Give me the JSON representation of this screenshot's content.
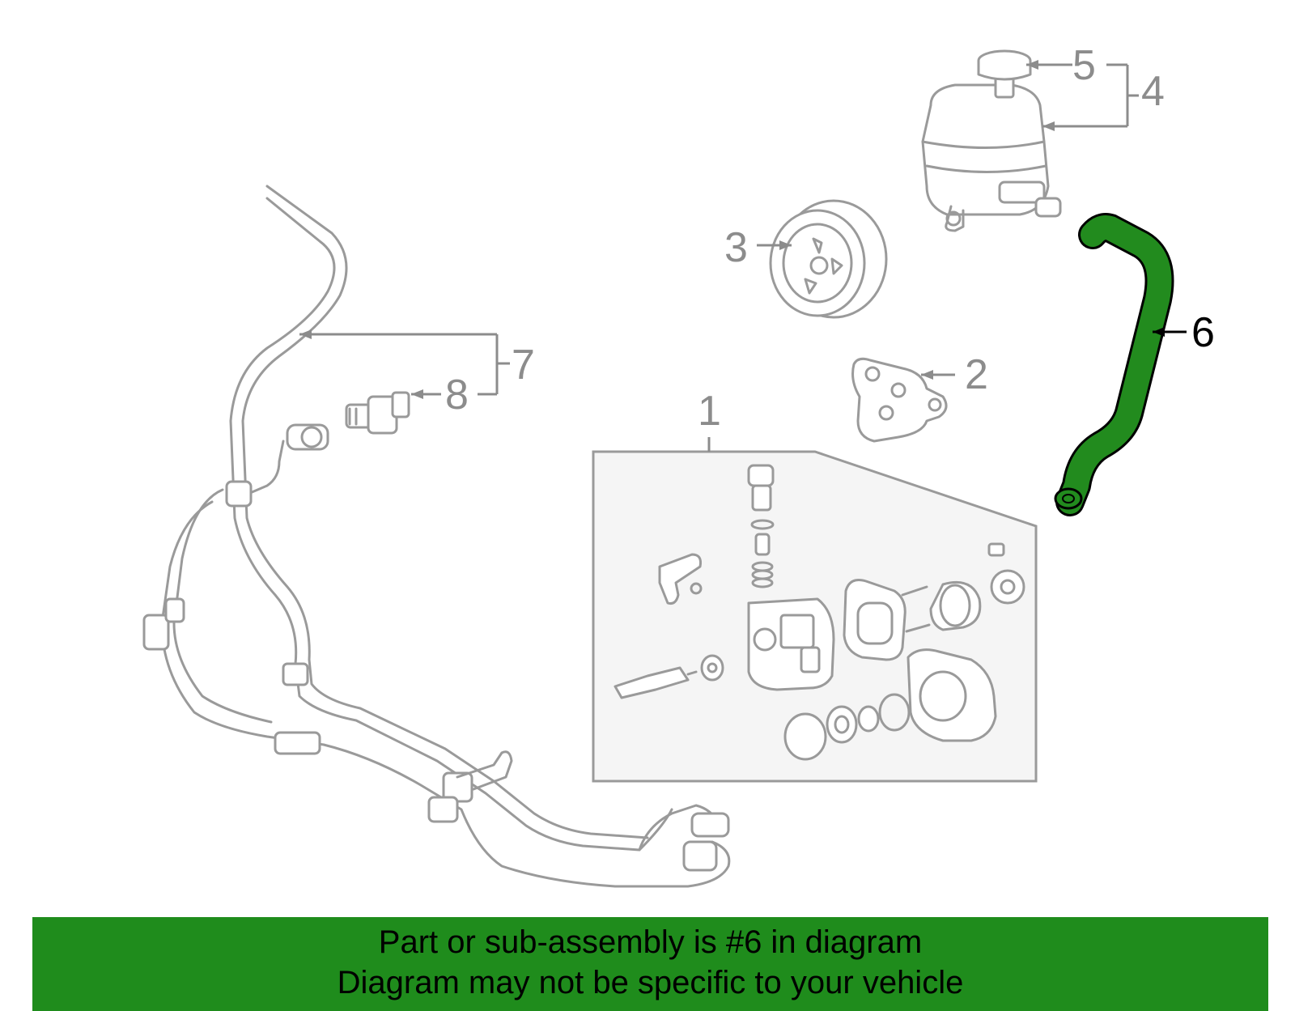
{
  "callouts": [
    {
      "id": "1",
      "label": "1",
      "highlight": false
    },
    {
      "id": "2",
      "label": "2",
      "highlight": false
    },
    {
      "id": "3",
      "label": "3",
      "highlight": false
    },
    {
      "id": "4",
      "label": "4",
      "highlight": false
    },
    {
      "id": "5",
      "label": "5",
      "highlight": false
    },
    {
      "id": "6",
      "label": "6",
      "highlight": true
    },
    {
      "id": "7",
      "label": "7",
      "highlight": false
    },
    {
      "id": "8",
      "label": "8",
      "highlight": false
    }
  ],
  "banner": {
    "line1": "Part or sub-assembly is #6 in diagram",
    "line2": "Diagram may not be specific to your vehicle"
  },
  "colors": {
    "highlight_part": "#228b1e",
    "banner_bg": "#1f8c1c",
    "line_art": "#9a9a9a",
    "inset_bg": "#f5f5f5"
  }
}
